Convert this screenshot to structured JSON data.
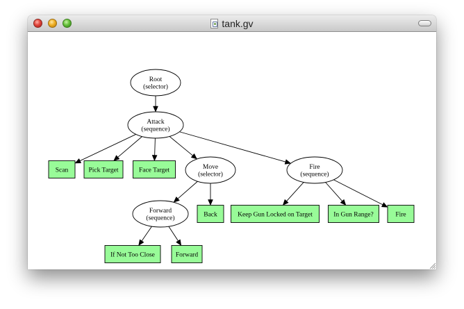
{
  "window": {
    "title": "tank.gv",
    "icon": "graphviz-document-icon",
    "controls": [
      "close-button",
      "minimize-button",
      "zoom-button",
      "toolbar-toggle-button"
    ]
  },
  "graph": {
    "fill_color": "#98fb98",
    "nodes": [
      {
        "id": "root",
        "shape": "ellipse",
        "lines": [
          "Root",
          "(selector)"
        ]
      },
      {
        "id": "attack",
        "shape": "ellipse",
        "lines": [
          "Attack",
          "(sequence)"
        ]
      },
      {
        "id": "scan",
        "shape": "box",
        "lines": [
          "Scan"
        ]
      },
      {
        "id": "pick-target",
        "shape": "box",
        "lines": [
          "Pick Target"
        ]
      },
      {
        "id": "face-target",
        "shape": "box",
        "lines": [
          "Face Target"
        ]
      },
      {
        "id": "move",
        "shape": "ellipse",
        "lines": [
          "Move",
          "(selector)"
        ]
      },
      {
        "id": "fire-seq",
        "shape": "ellipse",
        "lines": [
          "Fire",
          "(sequence)"
        ]
      },
      {
        "id": "forward-seq",
        "shape": "ellipse",
        "lines": [
          "Forward",
          "(sequence)"
        ]
      },
      {
        "id": "back",
        "shape": "box",
        "lines": [
          "Back"
        ]
      },
      {
        "id": "keep-gun-locked",
        "shape": "box",
        "lines": [
          "Keep Gun Locked on Target"
        ]
      },
      {
        "id": "in-gun-range",
        "shape": "box",
        "lines": [
          "In Gun Range?"
        ]
      },
      {
        "id": "fire",
        "shape": "box",
        "lines": [
          "Fire"
        ]
      },
      {
        "id": "if-not-too-close",
        "shape": "box",
        "lines": [
          "If Not Too Close"
        ]
      },
      {
        "id": "forward",
        "shape": "box",
        "lines": [
          "Forward"
        ]
      }
    ],
    "edges": [
      [
        "root",
        "attack"
      ],
      [
        "attack",
        "scan"
      ],
      [
        "attack",
        "pick-target"
      ],
      [
        "attack",
        "face-target"
      ],
      [
        "attack",
        "move"
      ],
      [
        "attack",
        "fire-seq"
      ],
      [
        "move",
        "forward-seq"
      ],
      [
        "move",
        "back"
      ],
      [
        "fire-seq",
        "keep-gun-locked"
      ],
      [
        "fire-seq",
        "in-gun-range"
      ],
      [
        "fire-seq",
        "fire"
      ],
      [
        "forward-seq",
        "if-not-too-close"
      ],
      [
        "forward-seq",
        "forward"
      ]
    ]
  }
}
